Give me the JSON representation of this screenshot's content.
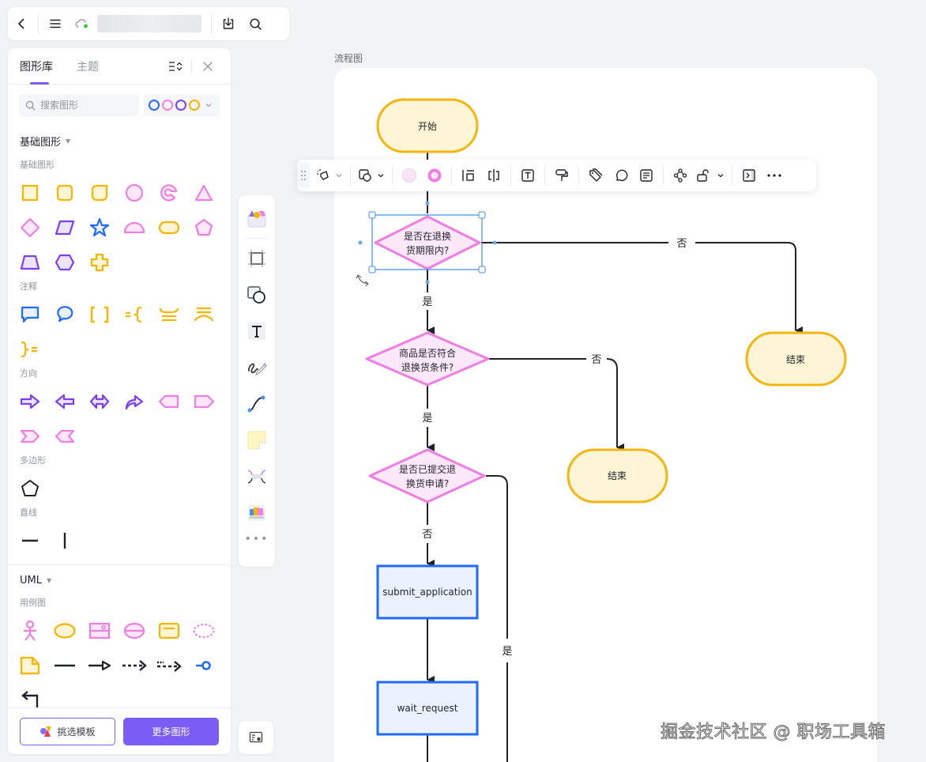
{
  "topbar": {
    "back_icon": "chevron-left-icon",
    "menu_icon": "hamburger-menu-icon",
    "sync_icon": "cloud-synced-icon",
    "sync_status_color": "#34c724",
    "download_icon": "download-icon",
    "search_icon": "search-icon"
  },
  "panel": {
    "tabs": [
      {
        "label": "图形库",
        "active": true
      },
      {
        "label": "主题",
        "active": false
      }
    ],
    "collapse_icon": "collapse-expand-icon",
    "close_icon": "close-icon",
    "search": {
      "placeholder": "搜索图形",
      "value": ""
    },
    "color_palette": [
      "#1f6bff",
      "#f27ee3",
      "#7b3ff2",
      "#f7b500"
    ],
    "sections": [
      {
        "title": "基础图形",
        "groups": [
          {
            "label": "基础图形",
            "shapes": [
              "square",
              "rounded-square",
              "leaf-square",
              "circle",
              "pacman-circle",
              "triangle",
              "diamond",
              "parallelogram",
              "star",
              "half-circle",
              "pill",
              "pentagon",
              "trapezoid",
              "hexagon",
              "cross"
            ]
          },
          {
            "label": "注释",
            "shapes": [
              "rect-callout",
              "round-callout",
              "brackets",
              "brace-left",
              "brace-top",
              "brace-bottom",
              "brace-right"
            ]
          },
          {
            "label": "方向",
            "shapes": [
              "arrow-right",
              "arrow-left",
              "arrow-both",
              "arrow-curved",
              "tag-left",
              "tag-right",
              "chevron-right",
              "chevron-left"
            ]
          },
          {
            "label": "多边形",
            "shapes": [
              "pentagon-outline"
            ]
          },
          {
            "label": "直线",
            "shapes": [
              "line-horizontal",
              "line-vertical"
            ]
          }
        ]
      },
      {
        "title": "UML",
        "groups": [
          {
            "label": "用例图",
            "shapes": [
              "actor",
              "use-case-ellipse",
              "system-box",
              "divided-circle",
              "boundary-rect",
              "dashed-ellipse",
              "note",
              "association-line",
              "generalization-arrow",
              "dependency-arrow",
              "include-arrow",
              "interface-lollipop",
              "return-arrow"
            ]
          }
        ]
      }
    ],
    "footer": {
      "template_button": "挑选模板",
      "more_button": "更多图形"
    }
  },
  "vertical_tools": [
    {
      "name": "templates",
      "icon": "template-gallery-icon"
    },
    {
      "name": "frame",
      "icon": "frame-icon"
    },
    {
      "name": "shape",
      "icon": "shape-icon"
    },
    {
      "name": "text",
      "icon": "text-icon"
    },
    {
      "name": "pen",
      "icon": "pen-icon"
    },
    {
      "name": "connector",
      "icon": "connector-icon"
    },
    {
      "name": "sticky-note",
      "icon": "sticky-note-icon"
    },
    {
      "name": "mindmap",
      "icon": "mindmap-icon"
    },
    {
      "name": "more-templates",
      "icon": "image-gallery-icon"
    }
  ],
  "vertical_more": "•••",
  "frame": {
    "label": "流程图"
  },
  "floating_toolbar": {
    "fill_color": "#fbe4f8",
    "border_color": "#ef7ee2",
    "items": [
      "style-brush",
      "shape-type",
      "fill-color",
      "border-color",
      "align",
      "flip",
      "text-style",
      "format-painter",
      "tag",
      "comment",
      "note",
      "link",
      "lock",
      "present",
      "more"
    ]
  },
  "flowchart": {
    "nodes": [
      {
        "id": "start",
        "type": "terminal",
        "text": "开始"
      },
      {
        "id": "q1",
        "type": "decision",
        "text": [
          "是否在退换",
          "货期限内?"
        ],
        "selected": true
      },
      {
        "id": "q2",
        "type": "decision",
        "text": [
          "商品是否符合",
          "退换货条件?"
        ]
      },
      {
        "id": "q3",
        "type": "decision",
        "text": [
          "是否已提交退",
          "换货申请?"
        ]
      },
      {
        "id": "end1",
        "type": "terminal",
        "text": "结束"
      },
      {
        "id": "end2",
        "type": "terminal",
        "text": "结束"
      },
      {
        "id": "submit",
        "type": "process",
        "text": "submit_application"
      },
      {
        "id": "wait",
        "type": "process",
        "text": "wait_request"
      }
    ],
    "edges": [
      {
        "from": "start",
        "to": "q1",
        "label": ""
      },
      {
        "from": "q1",
        "to": "q2",
        "label": "是"
      },
      {
        "from": "q1",
        "to": "end1",
        "label": "否"
      },
      {
        "from": "q2",
        "to": "q3",
        "label": "是"
      },
      {
        "from": "q2",
        "to": "end2",
        "label": "否"
      },
      {
        "from": "q3",
        "to": "submit",
        "label": "否"
      },
      {
        "from": "q3",
        "to": "below",
        "label": "是"
      },
      {
        "from": "submit",
        "to": "wait",
        "label": ""
      }
    ],
    "colors": {
      "terminal_fill": "#fef4d6",
      "terminal_stroke": "#f5b40e",
      "decision_fill": "#fde8fa",
      "decision_stroke": "#ef7ee2",
      "process_fill": "#ebf1fe",
      "process_stroke": "#1f6bff",
      "selection": "#3d8ef0"
    }
  },
  "watermark": "掘金技术社区 @ 职场工具箱",
  "map_icon": "minimap-icon"
}
